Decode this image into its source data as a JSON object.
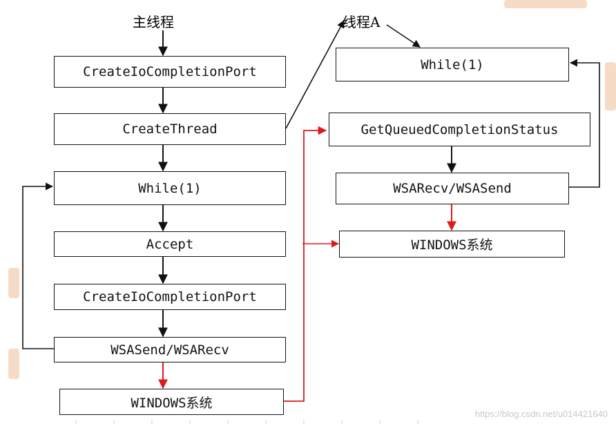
{
  "labels": {
    "main_thread": "主线程",
    "thread_a": "线程A"
  },
  "main_column": [
    "CreateIoCompletionPort",
    "CreateThread",
    "While(1)",
    "Accept",
    "CreateIoCompletionPort",
    "WSASend/WSARecv",
    "WINDOWS系统"
  ],
  "thread_column": [
    "While(1)",
    "GetQueuedCompletionStatus",
    "WSARecv/WSASend",
    "WINDOWS系统"
  ],
  "watermark": "https://blog.csdn.net/u014421640",
  "colors": {
    "black_arrow": "#111111",
    "red_arrow": "#e01818",
    "watermark": "#c8c8c8"
  }
}
